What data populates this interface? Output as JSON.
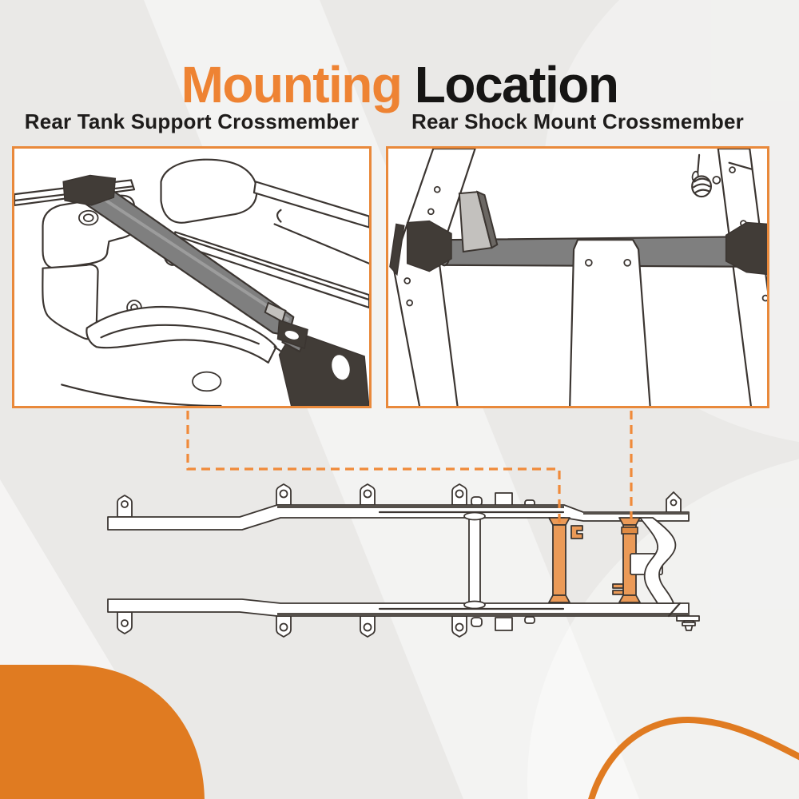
{
  "title": {
    "highlight": "Mounting",
    "rest": "Location"
  },
  "panels": [
    {
      "label": "Rear Tank Support Crossmember",
      "illustration": "rear-tank-support-crossmember-drawing"
    },
    {
      "label": "Rear Shock Mount Crossmember",
      "illustration": "rear-shock-mount-crossmember-drawing"
    }
  ],
  "diagram": {
    "illustration": "truck-frame-top-view-drawing"
  },
  "colors": {
    "background": "#eae9e7",
    "title_dark": "#161514",
    "accent_orange": "#ee8333",
    "panel_border": "#e9893b",
    "dashed_connector": "#f08a3a",
    "crossmember_highlight": "#eb9a57",
    "blob_orange": "#e07b21",
    "line_art": "#3b3531"
  }
}
